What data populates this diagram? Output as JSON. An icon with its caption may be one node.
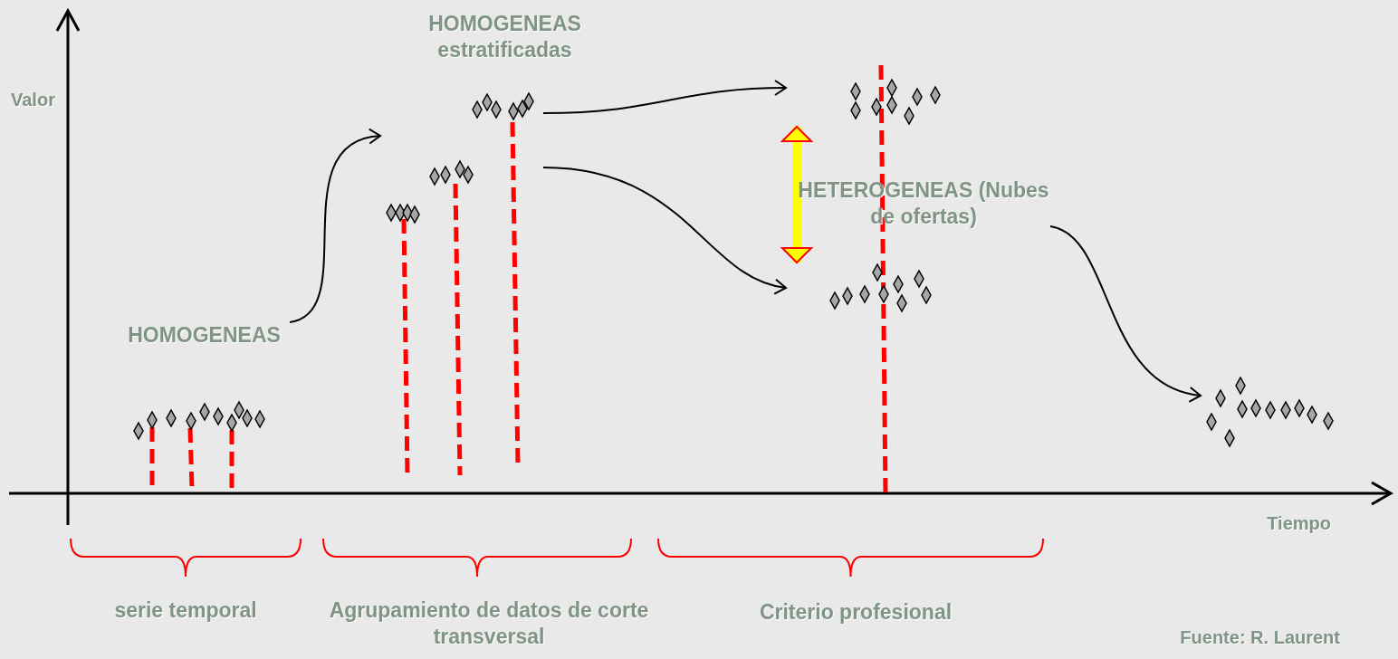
{
  "diagram": {
    "nodes": [
      {
        "text": [
          "HOMOGENEAS"
        ]
      },
      {
        "text": [
          "HOMOGENEAS estratificadas"
        ]
      },
      {
        "text": [],
        "shape": "diamond"
      },
      {
        "text": [],
        "shape": "diamond"
      },
      {
        "text": [],
        "shape": "diamond"
      },
      {
        "text": [
          "HETEROGENEAS (Nubes de ofertas)"
        ]
      },
      {
        "text": [],
        "shape": "diamond"
      },
      {
        "text": [],
        "shape": "diamond"
      }
    ],
    "edges": [
      {
        "from": 0,
        "to": 2,
        "arrow": "to"
      },
      {
        "from": 2,
        "to": 3,
        "arrow": "to"
      },
      {
        "from": 2,
        "to": 4,
        "arrow": "to"
      },
      {
        "from": 3,
        "to": 4,
        "arrow": "both",
        "style": "thick",
        "color": "#ffff00"
      },
      {
        "from": 5,
        "to": 6,
        "arrow": "to"
      }
    ],
    "labels": [
      "Valor",
      "Tiempo",
      "serie temporal",
      "Agrupamiento de datos de corte transversal",
      "Criterio profesional",
      "Fuente: R. Laurent"
    ]
  }
}
